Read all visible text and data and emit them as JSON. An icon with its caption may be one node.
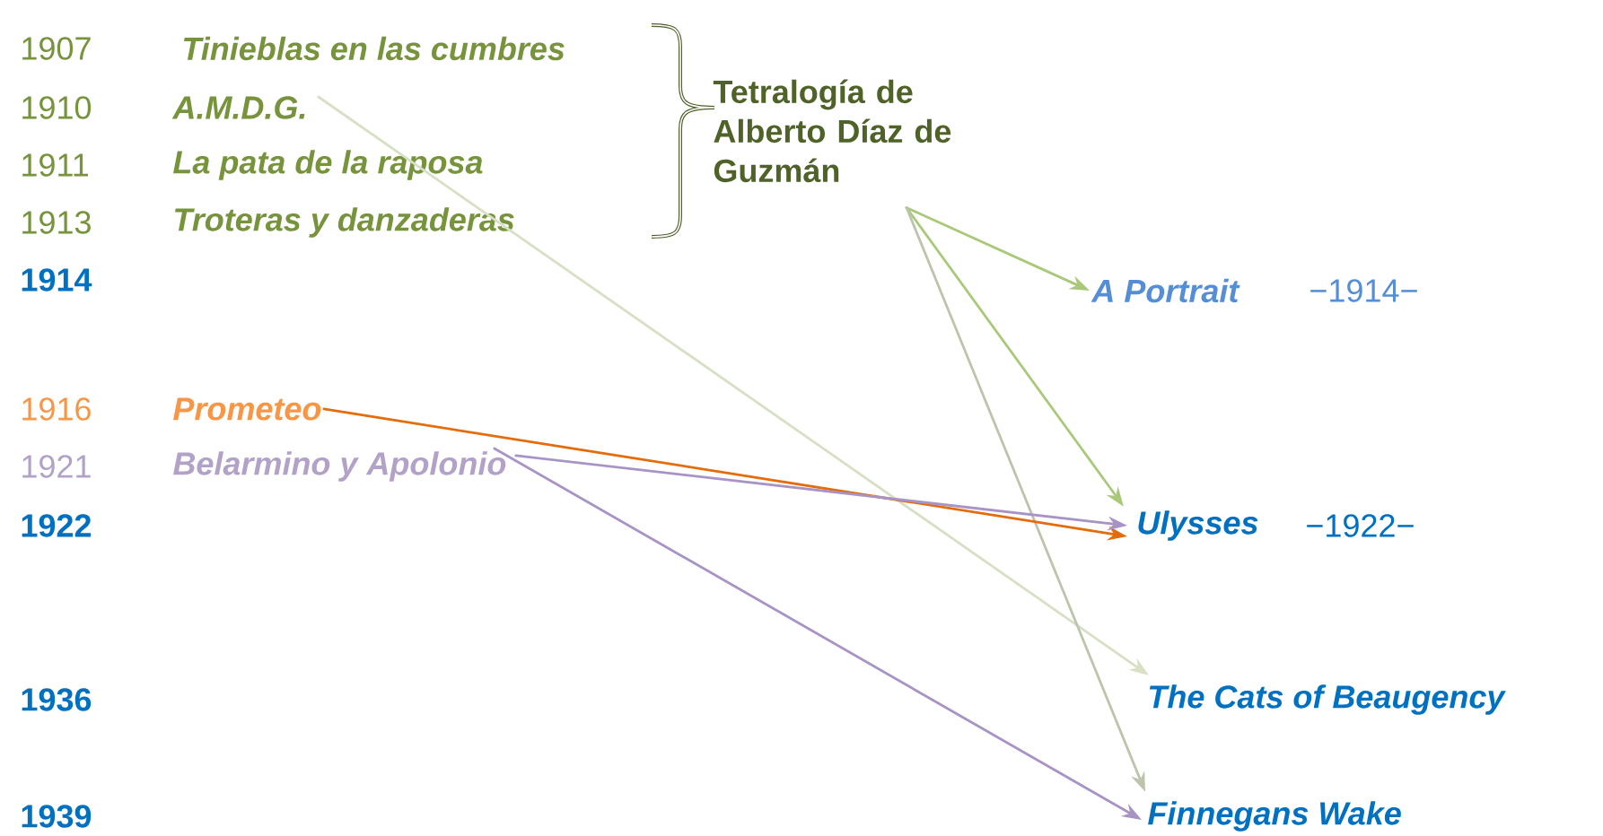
{
  "diagram": {
    "nodes": [
      {
        "text": [
          "Tinieblas en las cumbres"
        ],
        "beside": [
          "1907"
        ]
      },
      {
        "text": [
          "A.M.D.G."
        ],
        "beside": [
          "1910"
        ]
      },
      {
        "text": [
          "La pata de la raposa"
        ],
        "beside": [
          "1911"
        ]
      },
      {
        "text": [
          "Troteras y danzaderas"
        ],
        "beside": [
          "1913"
        ]
      },
      {
        "text": [
          "Tetralogía de Alberto Díaz de Guzmán"
        ]
      },
      {
        "text": [
          "A Portrait"
        ],
        "beside": [
          "−1914−"
        ]
      },
      {
        "text": [
          "Prometeo"
        ],
        "beside": [
          "1916"
        ]
      },
      {
        "text": [
          "Belarmino y Apolonio"
        ],
        "beside": [
          "1921"
        ]
      },
      {
        "text": [
          "Ulysses"
        ],
        "beside": [
          "−1922−"
        ]
      },
      {
        "text": [
          "The Cats of Beaugency"
        ]
      },
      {
        "text": [
          "Finnegans Wake"
        ]
      }
    ],
    "edges": [
      {
        "from": 1,
        "to": 9,
        "arrow": "to",
        "color": "#d7e0c4"
      },
      {
        "from": 4,
        "to": 5,
        "arrow": "to",
        "color": "#a9c97a"
      },
      {
        "from": 4,
        "to": 8,
        "arrow": "to",
        "color": "#a9c97a"
      },
      {
        "from": 4,
        "to": 10,
        "arrow": "to",
        "color": "#bcc4ac"
      },
      {
        "from": 6,
        "to": 8,
        "arrow": "to",
        "color": "#e46c0a"
      },
      {
        "from": 7,
        "to": 8,
        "arrow": "to",
        "color": "#a893c6"
      },
      {
        "from": 7,
        "to": 10,
        "arrow": "to",
        "color": "#a893c6"
      }
    ],
    "labels": [
      "1914",
      "1922",
      "1936",
      "1939"
    ]
  }
}
